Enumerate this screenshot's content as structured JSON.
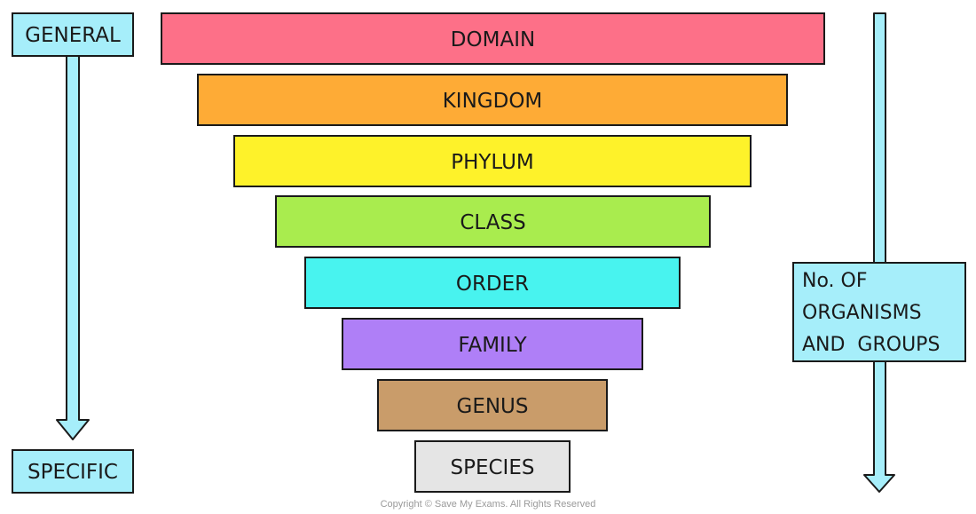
{
  "left_axis": {
    "top_label": "GENERAL",
    "bottom_label": "SPECIFIC",
    "arrow_color": "#a6eefa"
  },
  "right_axis": {
    "label_lines": [
      "No. OF",
      "ORGANISMS",
      "AND  GROUPS"
    ],
    "arrow_color": "#a6eefa"
  },
  "levels": [
    {
      "label": "DOMAIN",
      "color": "#fd7088"
    },
    {
      "label": "KINGDOM",
      "color": "#feab36"
    },
    {
      "label": "PHYLUM",
      "color": "#fef22a"
    },
    {
      "label": "CLASS",
      "color": "#a9ec4e"
    },
    {
      "label": "ORDER",
      "color": "#48f3ef"
    },
    {
      "label": "FAMILY",
      "color": "#af7ff7"
    },
    {
      "label": "GENUS",
      "color": "#c99c6a"
    },
    {
      "label": "SPECIES",
      "color": "#e5e5e5"
    }
  ],
  "copyright": "Copyright © Save My Exams. All Rights Reserved"
}
